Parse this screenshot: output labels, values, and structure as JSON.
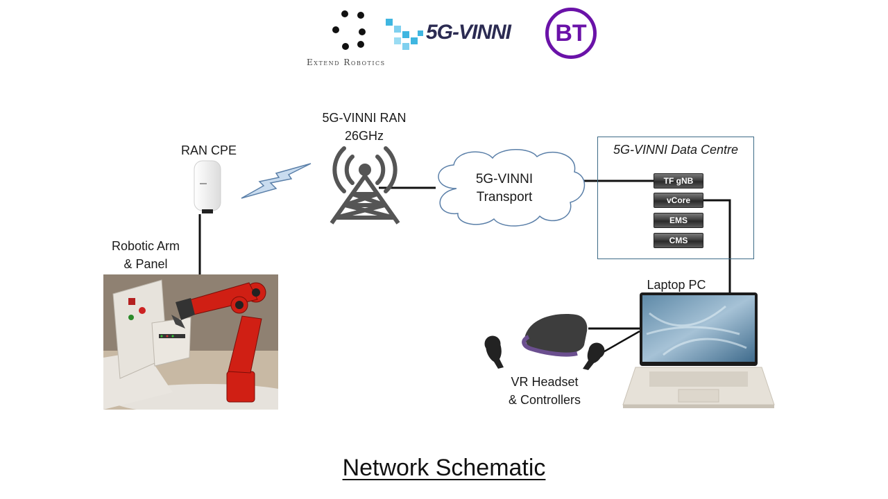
{
  "logos": {
    "extend_robotics": "Extend Robotics",
    "vinni": "5G-VINNI",
    "bt": "BT"
  },
  "nodes": {
    "ran_cpe": "RAN CPE",
    "ran_line1": "5G-VINNI RAN",
    "ran_line2": "26GHz",
    "transport_line1": "5G-VINNI",
    "transport_line2": "Transport",
    "data_centre": "5G-VINNI Data Centre",
    "robot_line1": "Robotic Arm",
    "robot_line2": "& Panel",
    "laptop": "Laptop PC",
    "vr_line1": "VR Headset",
    "vr_line2": "& Controllers"
  },
  "servers": [
    "TF gNB",
    "vCore",
    "EMS",
    "CMS"
  ],
  "title": "Network Schematic",
  "colors": {
    "line": "#111111",
    "box_border": "#3c6a86",
    "cloud_border": "#5a7fa8",
    "bolt": "#c9dcef",
    "bt_purple": "#6a12a8",
    "vinni_cyan": "#3fb6e0"
  }
}
